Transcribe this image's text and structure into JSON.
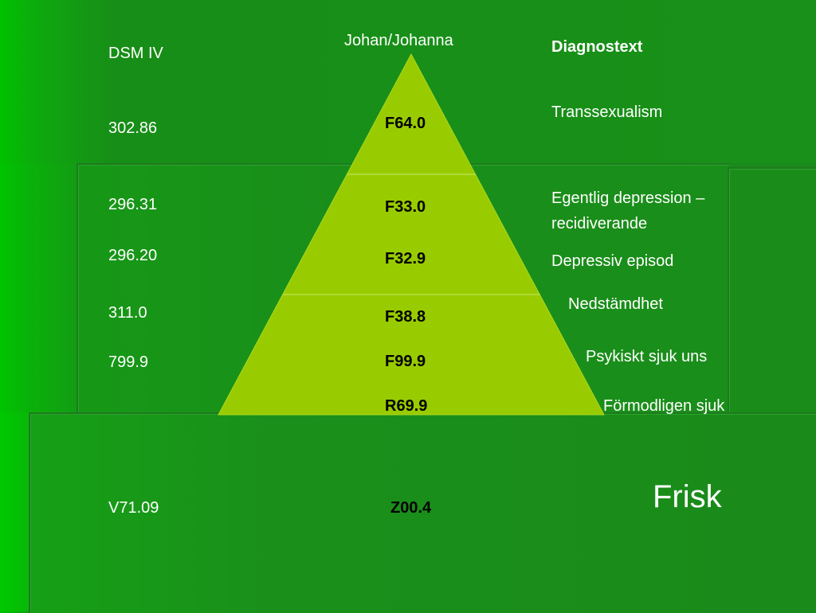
{
  "header": {
    "left_title": "DSM IV",
    "center_title": "Johan/Johanna",
    "right_title": "Diagnostext"
  },
  "dsm_codes": [
    "302.86",
    "296.31",
    "296.20",
    "311.0",
    "799.9",
    "V71.09"
  ],
  "icd_codes": [
    "F64.0",
    "F33.0",
    "F32.9",
    "F38.8",
    "F99.9",
    "R69.9",
    "Z00.4"
  ],
  "diagnoses": [
    "Transsexualism",
    "Egentlig depression –",
    "recidiverande",
    "Depressiv episod",
    "Nedstämdhet",
    "Psykiskt sjuk uns",
    "Förmodligen sjuk"
  ],
  "healthy_label": "Frisk",
  "colors": {
    "background": "#1a8a1a",
    "pyramid_fill": "#99cc00",
    "text": "#ffffff",
    "code_text": "#000000"
  }
}
